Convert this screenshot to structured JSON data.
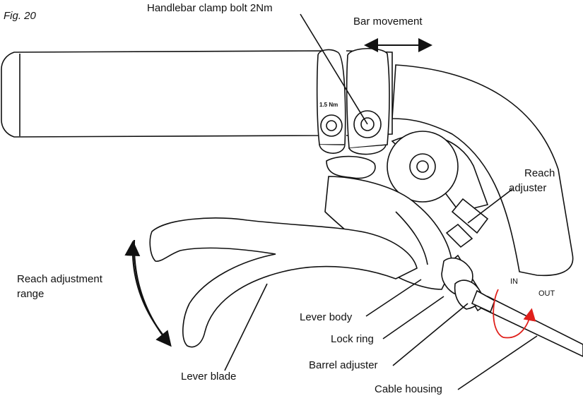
{
  "figure_label": "Fig. 20",
  "labels": {
    "clamp_bolt": "Handlebar clamp bolt 2Nm",
    "bar_movement": "Bar movement",
    "reach_adjuster_line1": "Reach",
    "reach_adjuster_line2": "adjuster",
    "reach_range_line1": "Reach adjustment",
    "reach_range_line2": "range",
    "lever_body": "Lever body",
    "lock_ring": "Lock ring",
    "barrel_adjuster": "Barrel adjuster",
    "cable_housing": "Cable housing",
    "lever_blade": "Lever blade",
    "torque_marking": "1.5 Nm",
    "in": "IN",
    "out": "OUT"
  },
  "colors": {
    "line": "#111111",
    "accent_red": "#e0201b",
    "background": "#ffffff"
  }
}
